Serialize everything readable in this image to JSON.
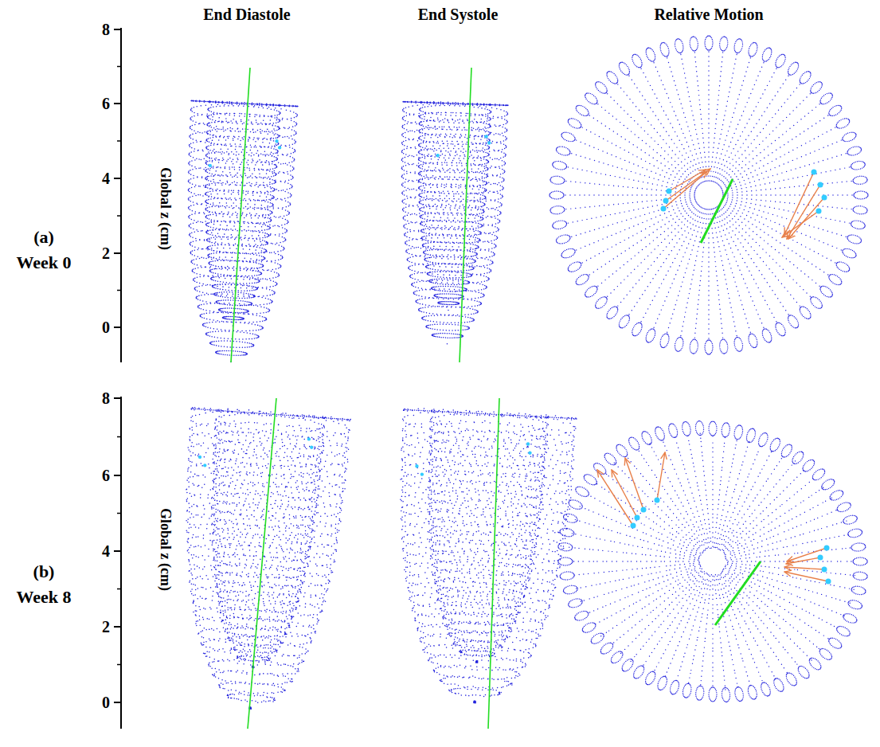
{
  "diagram": {
    "labels": [
      "End Diastole",
      "End Systole",
      "Relative Motion",
      "(a)",
      "Week 0",
      "8",
      "6",
      "4",
      "2",
      "0",
      "Global z (cm)",
      "(b)",
      "Week 8",
      "8",
      "6",
      "4",
      "2",
      "0",
      "Global z (cm)"
    ]
  }
}
